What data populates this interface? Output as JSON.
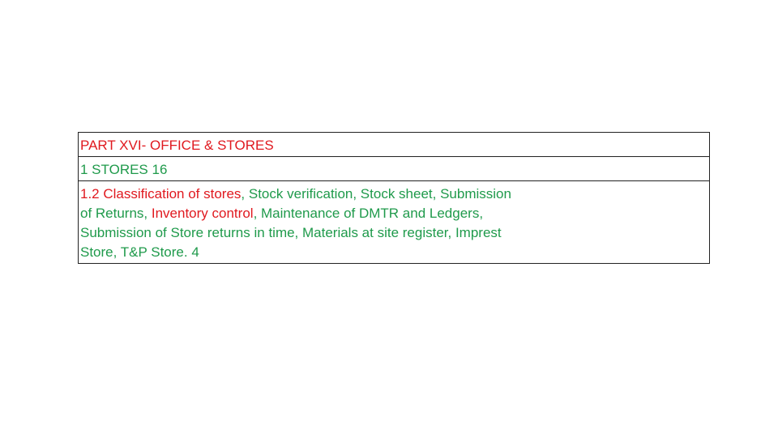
{
  "colors": {
    "red": "#e0191f",
    "green": "#1f9a4b",
    "border": "#222222"
  },
  "table": {
    "heading": {
      "text": "PART XVI- OFFICE & STORES",
      "color": "#e0191f"
    },
    "unit_row": {
      "text": "1 STORES 16",
      "color": "#1f9a4b"
    },
    "detail_row": {
      "segments": [
        {
          "text": "1.2 Classification of stores",
          "color": "#e0191f"
        },
        {
          "text": ", Stock verification, Stock sheet, Submission of Returns, ",
          "color": "#1f9a4b"
        },
        {
          "text": "Inventory control",
          "color": "#e0191f"
        },
        {
          "text": ", Maintenance of DMTR and Ledgers, Submission of Store returns in time, Materials at site register, Imprest Store, T&P Store. 4",
          "color": "#1f9a4b"
        }
      ]
    }
  }
}
